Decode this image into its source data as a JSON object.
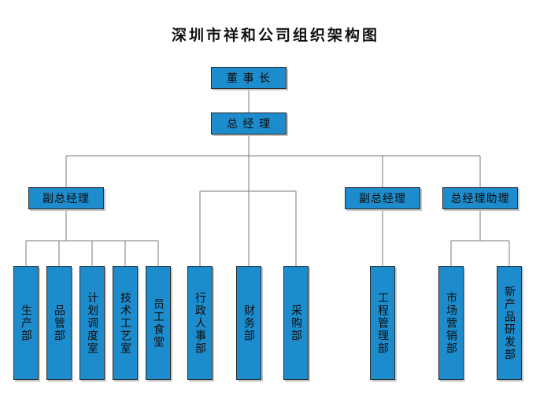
{
  "title": "深圳市祥和公司组织架构图",
  "chairman": "董 事 长",
  "general_manager": "总 经 理",
  "deputy_gm_1": "副总经理",
  "deputy_gm_2": "副总经理",
  "gm_assistant": "总经理助理",
  "departments": {
    "production": "生产部",
    "quality": "品管部",
    "planning": "计划调度室",
    "technical": "技术工艺室",
    "canteen": "员工食堂",
    "admin_hr": "行政人事部",
    "finance": "财务部",
    "purchasing": "采购部",
    "engineering": "工程管理部",
    "marketing": "市场营销部",
    "new_product": "新产品研发部"
  }
}
